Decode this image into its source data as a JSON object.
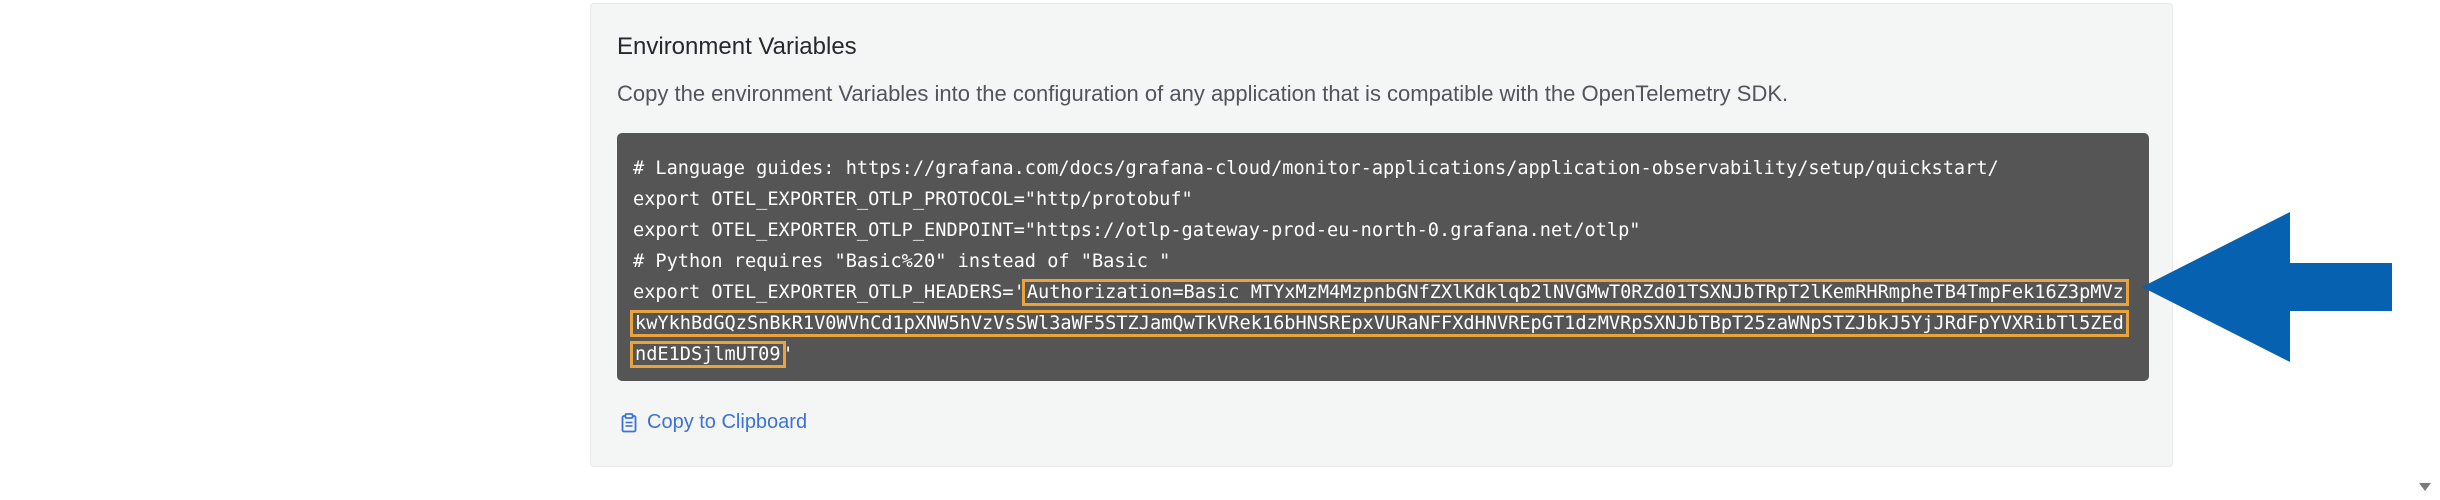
{
  "panel": {
    "title": "Environment Variables",
    "description": "Copy the environment Variables into the configuration of any application that is compatible with the OpenTelemetry SDK."
  },
  "code": {
    "line1": "# Language guides: https://grafana.com/docs/grafana-cloud/monitor-applications/application-observability/setup/quickstart/",
    "line2": "export OTEL_EXPORTER_OTLP_PROTOCOL=\"http/protobuf\"",
    "line3": "export OTEL_EXPORTER_OTLP_ENDPOINT=\"https://otlp-gateway-prod-eu-north-0.grafana.net/otlp\"",
    "line4": "# Python requires \"Basic%20\" instead of \"Basic \"",
    "line5_prefix": "export OTEL_EXPORTER_OTLP_HEADERS='",
    "token_part1": "Authorization=Basic MTYxMzM4MzpnbGNfZXlKdklqb2lNVGMwT0RZd01TSXNJbTRpT2lKemRHRmpheTB4TmpFek16Z3pMVz",
    "token_part2": "kwYkhBdGQzSnBkR1V0WVhCd1pXNW5hVzVsSWl3aWF5STZJamQwTkVRek16bHNSREpxVURaNFFXdHNVREpGT1dzMVRpSXNJbTBpT25zaWNpSTZJbkJ5YjJRdFpYVXRibTl5ZEd",
    "token_part3": "ndE1DSjlmUT09",
    "line7_suffix": "'"
  },
  "copy_button": {
    "label": "Copy to Clipboard",
    "icon": "clipboard-icon"
  },
  "annotation": {
    "arrow_color": "#0661b0",
    "highlight_color": "#e8a33d"
  }
}
